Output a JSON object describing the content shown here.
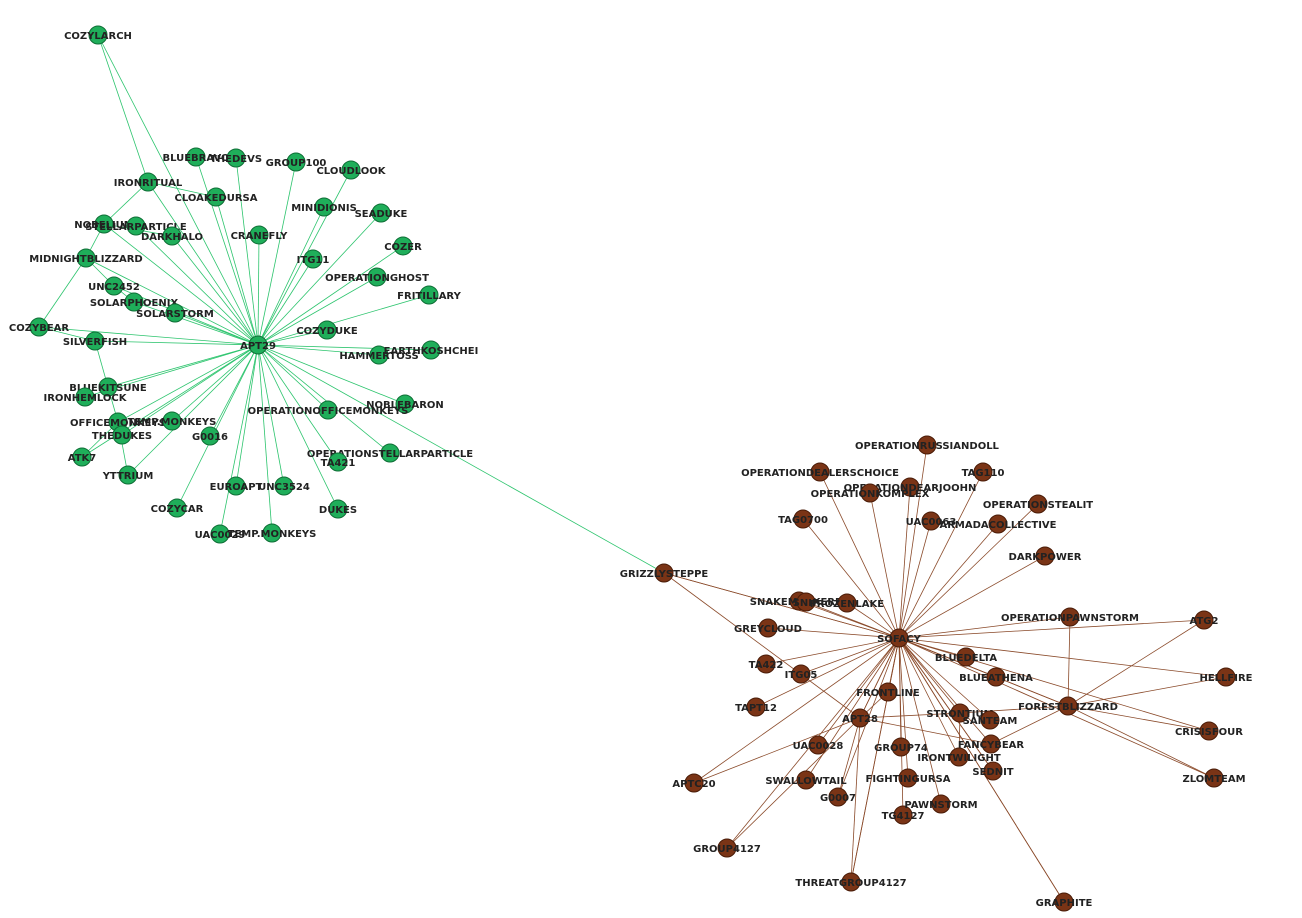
{
  "colors": {
    "green_node": "#1fae5a",
    "green_stroke": "#0f6e36",
    "green_edge": "#2cc46d",
    "brown_node": "#7a3416",
    "brown_stroke": "#4a1c08",
    "brown_edge": "#8a4a2a",
    "label": "#222222"
  },
  "clusters": [
    {
      "id": "apt29",
      "color": "green",
      "hub": "APT29",
      "nodes": [
        {
          "label": "APT29"
        },
        {
          "label": "COZYLARCH"
        },
        {
          "label": "IRONRITUAL"
        },
        {
          "label": "BLUEBRAVO"
        },
        {
          "label": "THEDEVS"
        },
        {
          "label": "GROUP100"
        },
        {
          "label": "CLOUDLOOK"
        },
        {
          "label": "CLOAKEDURSA"
        },
        {
          "label": "NOBELIUM"
        },
        {
          "label": "STELLARPARTICLE"
        },
        {
          "label": "DARKHALO"
        },
        {
          "label": "CRANEFLY"
        },
        {
          "label": "MINIDIONIS"
        },
        {
          "label": "SEADUKE"
        },
        {
          "label": "MIDNIGHTBLIZZARD"
        },
        {
          "label": "ITG11"
        },
        {
          "label": "COZER"
        },
        {
          "label": "OPERATIONGHOST"
        },
        {
          "label": "UNC2452"
        },
        {
          "label": "FRITILLARY"
        },
        {
          "label": "SOLARPHOENIX"
        },
        {
          "label": "SOLARSTORM"
        },
        {
          "label": "COZYBEAR"
        },
        {
          "label": "COZYDUKE"
        },
        {
          "label": "SILVERFISH"
        },
        {
          "label": "HAMMERTOSS"
        },
        {
          "label": "EARTHKOSHCHEI"
        },
        {
          "label": "BLUEKITSUNE"
        },
        {
          "label": "IRONHEMLOCK"
        },
        {
          "label": "NOBLEBARON"
        },
        {
          "label": "OPERATIONOFFICEMONKEYS"
        },
        {
          "label": "OFFICEMONKEYS"
        },
        {
          "label": "TEMP.MONKEYS"
        },
        {
          "label": "THEDUKES"
        },
        {
          "label": "G0016"
        },
        {
          "label": "OPERATIONSTELLARPARTICLE"
        },
        {
          "label": "TA421"
        },
        {
          "label": "ATK7"
        },
        {
          "label": "YTTRIUM"
        },
        {
          "label": "EUROAPT"
        },
        {
          "label": "UNC3524"
        },
        {
          "label": "COZYCAR"
        },
        {
          "label": "DUKES"
        },
        {
          "label": "UAC0029"
        },
        {
          "label": "TEMP.MONKEYS"
        }
      ]
    },
    {
      "id": "sofacy",
      "color": "brown",
      "hub": "SOFACY",
      "nodes": [
        {
          "label": "SOFACY"
        },
        {
          "label": "APT28"
        },
        {
          "label": "OPERATIONRUSSIANDOLL"
        },
        {
          "label": "OPERATIONDEALERSCHOICE"
        },
        {
          "label": "TAG110"
        },
        {
          "label": "OPERATIONDEARJOOHN"
        },
        {
          "label": "OPERATIONKOMPLEX"
        },
        {
          "label": "OPERATIONSTEALIT"
        },
        {
          "label": "TAG0700"
        },
        {
          "label": "UAC0063"
        },
        {
          "label": "ARMADACOLLECTIVE"
        },
        {
          "label": "DARKPOWER"
        },
        {
          "label": "GRIZZLYSTEPPE"
        },
        {
          "label": "SNAKEMACKEREL"
        },
        {
          "label": "SNIP"
        },
        {
          "label": "FROZENLAKE"
        },
        {
          "label": "OPERATIONPAWNSTORM"
        },
        {
          "label": "ATG2"
        },
        {
          "label": "GREYCLOUD"
        },
        {
          "label": "TA422"
        },
        {
          "label": "ITG05"
        },
        {
          "label": "BLUEDELTA"
        },
        {
          "label": "BLUEATHENA"
        },
        {
          "label": "HELLFIRE"
        },
        {
          "label": "FRONTLINE"
        },
        {
          "label": "TG4127"
        },
        {
          "label": "FORESTBLIZZARD"
        },
        {
          "label": "TAPT12"
        },
        {
          "label": "STRONTIUM"
        },
        {
          "label": "SANTEAM"
        },
        {
          "label": "CRISISFOUR"
        },
        {
          "label": "FANCYBEAR"
        },
        {
          "label": "GROUP74"
        },
        {
          "label": "IRONTWILIGHT"
        },
        {
          "label": "UAC0028"
        },
        {
          "label": "SEDNIT"
        },
        {
          "label": "APTC20"
        },
        {
          "label": "SWALLOWTAIL"
        },
        {
          "label": "FIGHTINGURSA"
        },
        {
          "label": "ZLOMTEAM"
        },
        {
          "label": "G0007"
        },
        {
          "label": "PAWNSTORM"
        },
        {
          "label": "GROUP4127"
        },
        {
          "label": "THREATGROUP4127"
        },
        {
          "label": "GRAPHITE"
        }
      ]
    }
  ]
}
